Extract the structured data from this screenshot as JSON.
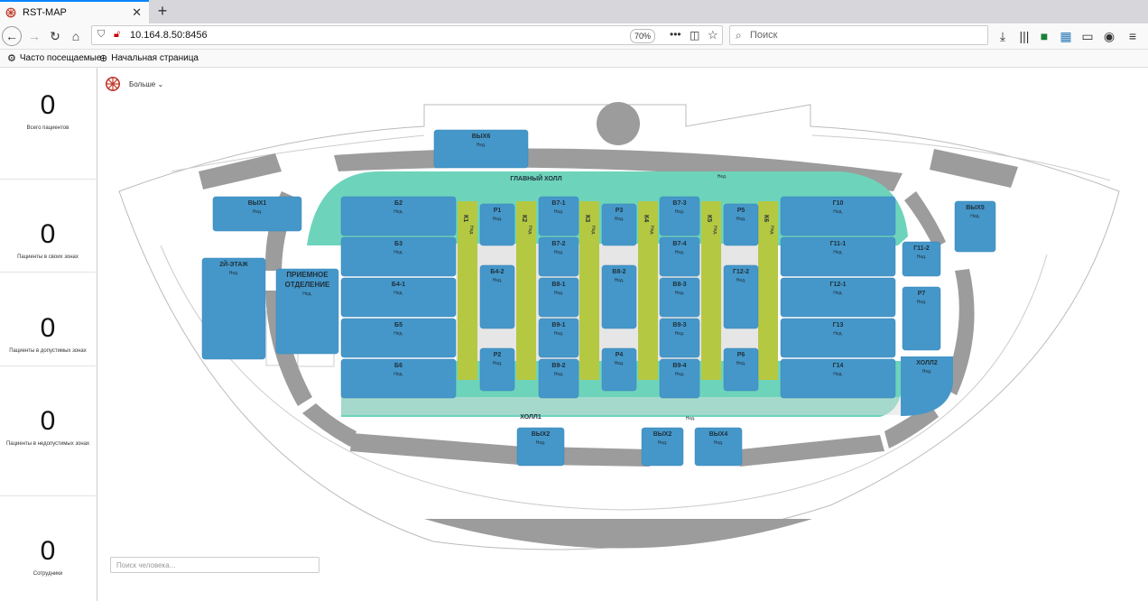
{
  "browser": {
    "tab_title": "RST-MAP",
    "url": "10.164.8.50:8456",
    "zoom": "70%",
    "search_placeholder": "Поиск",
    "bookmarks": [
      "Часто посещаемые",
      "Начальная страница"
    ]
  },
  "app": {
    "more_label": "Больше",
    "search_person_placeholder": "Поиск человека...",
    "stats": [
      {
        "value": "0",
        "label": "Всего пациентов"
      },
      {
        "value": "0",
        "label": "Пациенты в своих зонах"
      },
      {
        "value": "0",
        "label": "Пациенты в допустимых зонах"
      },
      {
        "value": "0",
        "label": "Пациенты в недопустимых зонах"
      },
      {
        "value": "0",
        "label": "Сотрудники"
      }
    ]
  },
  "colors": {
    "zone_blue": "#4597c9",
    "hall_teal": "#6dd4bb",
    "corridor_green": "#b5c842",
    "wall_gray": "#9c9c9c"
  },
  "map": {
    "halls": [
      {
        "name": "ГЛАВНЫЙ ХОЛЛ",
        "status": "Нед."
      },
      {
        "name": "ХОЛЛ1",
        "status": "Нед."
      }
    ],
    "corridors": [
      "К1",
      "К2",
      "К3",
      "К4",
      "К5",
      "К6"
    ],
    "corridor_status": "Нед.",
    "zones": [
      {
        "id": "vyh6",
        "name": "ВЫХ6",
        "status": "Нед."
      },
      {
        "id": "vyh1",
        "name": "ВЫХ1",
        "status": "Нед."
      },
      {
        "id": "vyh5",
        "name": "ВЫХ5",
        "status": "Нед."
      },
      {
        "id": "floor2",
        "name": "2Й-ЭТАЖ",
        "status": "Нед."
      },
      {
        "id": "priem",
        "name": "ПРИЕМНОЕ ОТДЕЛЕНИЕ",
        "status": "Нед."
      },
      {
        "id": "b2",
        "name": "Б2",
        "status": "Нед."
      },
      {
        "id": "b3",
        "name": "Б3",
        "status": "Нед."
      },
      {
        "id": "b41",
        "name": "Б4-1",
        "status": "Нед."
      },
      {
        "id": "b5",
        "name": "Б5",
        "status": "Нед."
      },
      {
        "id": "b6",
        "name": "Б6",
        "status": "Нед."
      },
      {
        "id": "r1",
        "name": "Р1",
        "status": "Нед."
      },
      {
        "id": "b42",
        "name": "Б4-2",
        "status": "Нед."
      },
      {
        "id": "r2",
        "name": "Р2",
        "status": "Нед."
      },
      {
        "id": "v71",
        "name": "В7-1",
        "status": "Нед."
      },
      {
        "id": "v72",
        "name": "В7-2",
        "status": "Нед."
      },
      {
        "id": "v81",
        "name": "В8-1",
        "status": "Нед."
      },
      {
        "id": "v91",
        "name": "В9-1",
        "status": "Нед."
      },
      {
        "id": "v92",
        "name": "В9-2",
        "status": "Нед."
      },
      {
        "id": "r3",
        "name": "Р3",
        "status": "Нед."
      },
      {
        "id": "v82",
        "name": "В8-2",
        "status": "Нед."
      },
      {
        "id": "r4",
        "name": "Р4",
        "status": "Нед."
      },
      {
        "id": "v73",
        "name": "В7-3",
        "status": "Нед."
      },
      {
        "id": "v74",
        "name": "В7-4",
        "status": "Нед."
      },
      {
        "id": "v83",
        "name": "В8-3",
        "status": "Нед."
      },
      {
        "id": "v93",
        "name": "В9-3",
        "status": "Нед."
      },
      {
        "id": "v94",
        "name": "В9-4",
        "status": "Нед."
      },
      {
        "id": "r5",
        "name": "Р5",
        "status": "Нед."
      },
      {
        "id": "g122",
        "name": "Г12-2",
        "status": "Нед."
      },
      {
        "id": "r6",
        "name": "Р6",
        "status": "Нед."
      },
      {
        "id": "g10",
        "name": "Г10",
        "status": "Нед."
      },
      {
        "id": "g111",
        "name": "Г11-1",
        "status": "Нед."
      },
      {
        "id": "g121",
        "name": "Г12-1",
        "status": "Нед."
      },
      {
        "id": "g13",
        "name": "Г13",
        "status": "Нед."
      },
      {
        "id": "g14",
        "name": "Г14",
        "status": "Нед."
      },
      {
        "id": "g112",
        "name": "Г11-2",
        "status": "Нед."
      },
      {
        "id": "r7",
        "name": "Р7",
        "status": "Нед."
      },
      {
        "id": "holl2",
        "name": "ХОЛЛ2",
        "status": "Нед."
      },
      {
        "id": "vyh2",
        "name": "ВЫХ2",
        "status": "Нед."
      },
      {
        "id": "vyh3",
        "name": "ВЫХ2",
        "status": "Нед."
      },
      {
        "id": "vyh4",
        "name": "ВЫХ4",
        "status": "Нед."
      }
    ]
  }
}
